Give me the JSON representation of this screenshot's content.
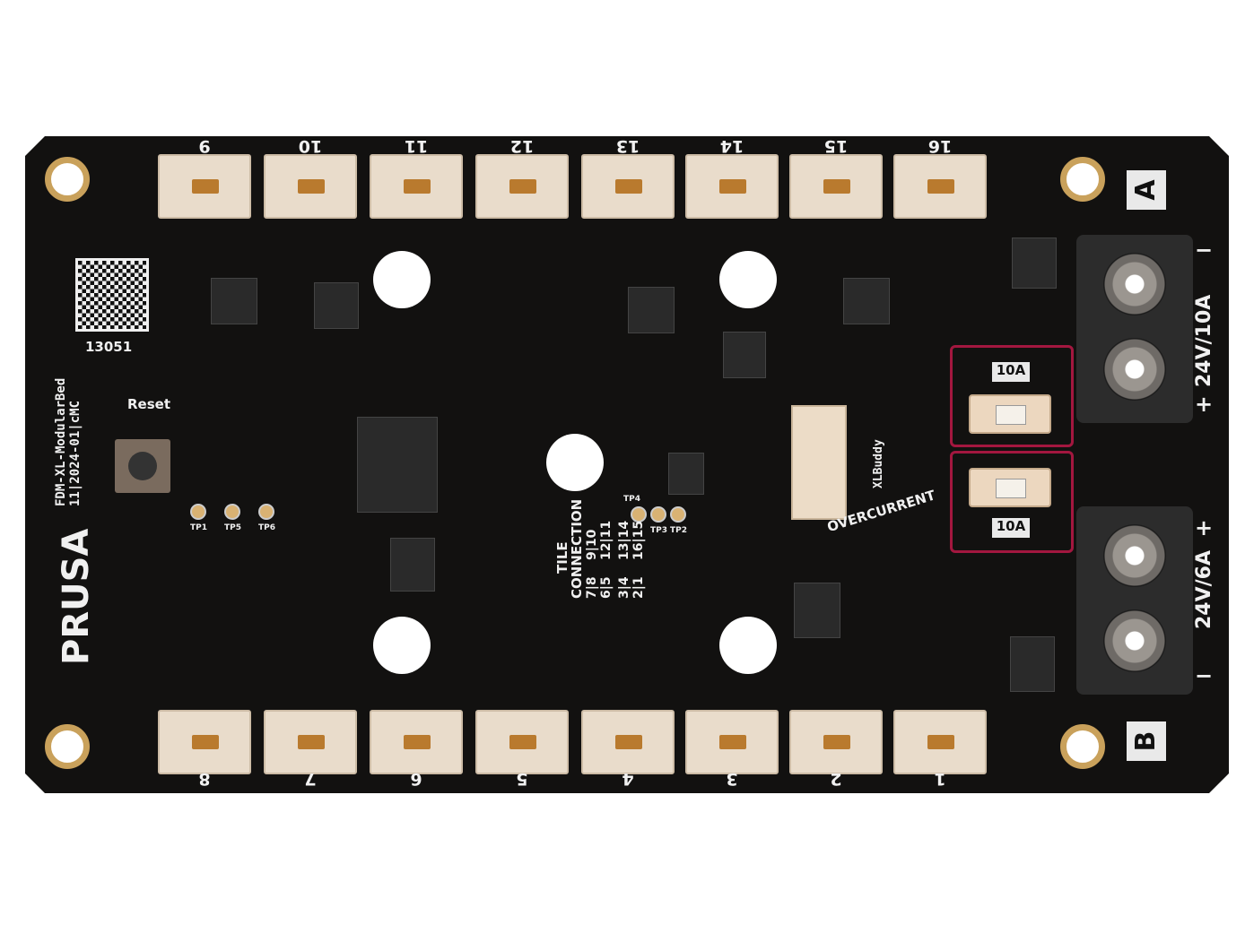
{
  "board": {
    "brand": "PRUSA",
    "model": "FDM-XL-ModularBed",
    "revision": "11|2024-01|cMC",
    "serial": "13051",
    "reset_label": "Reset",
    "xlbuddy_label": "XLBuddy",
    "overcurrent_label": "OVERCURRENT"
  },
  "top_connectors": [
    "9",
    "10",
    "11",
    "12",
    "13",
    "14",
    "15",
    "16"
  ],
  "bottom_connectors": [
    "8",
    "7",
    "6",
    "5",
    "4",
    "3",
    "2",
    "1"
  ],
  "test_points": {
    "tp1": "TP1",
    "tp5": "TP5",
    "tp6": "TP6",
    "tp4": "TP4",
    "tp3": "TP3",
    "tp2": "TP2"
  },
  "tile_connection": {
    "title": "TILE",
    "subtitle": "CONNECTION",
    "pairs": [
      [
        "7|8",
        "6|5"
      ],
      [
        "9|10",
        "12|11"
      ],
      [
        "3|4",
        "2|1"
      ],
      [
        "13|14",
        "16|15"
      ]
    ]
  },
  "power": {
    "input_a": "A",
    "input_b": "B",
    "rating_a": "24V/10A",
    "rating_b": "24V/6A",
    "plus": "+",
    "minus": "−"
  },
  "fuses": [
    {
      "label": "10A"
    },
    {
      "label": "10A"
    }
  ],
  "highlight_color": "#a3173f"
}
